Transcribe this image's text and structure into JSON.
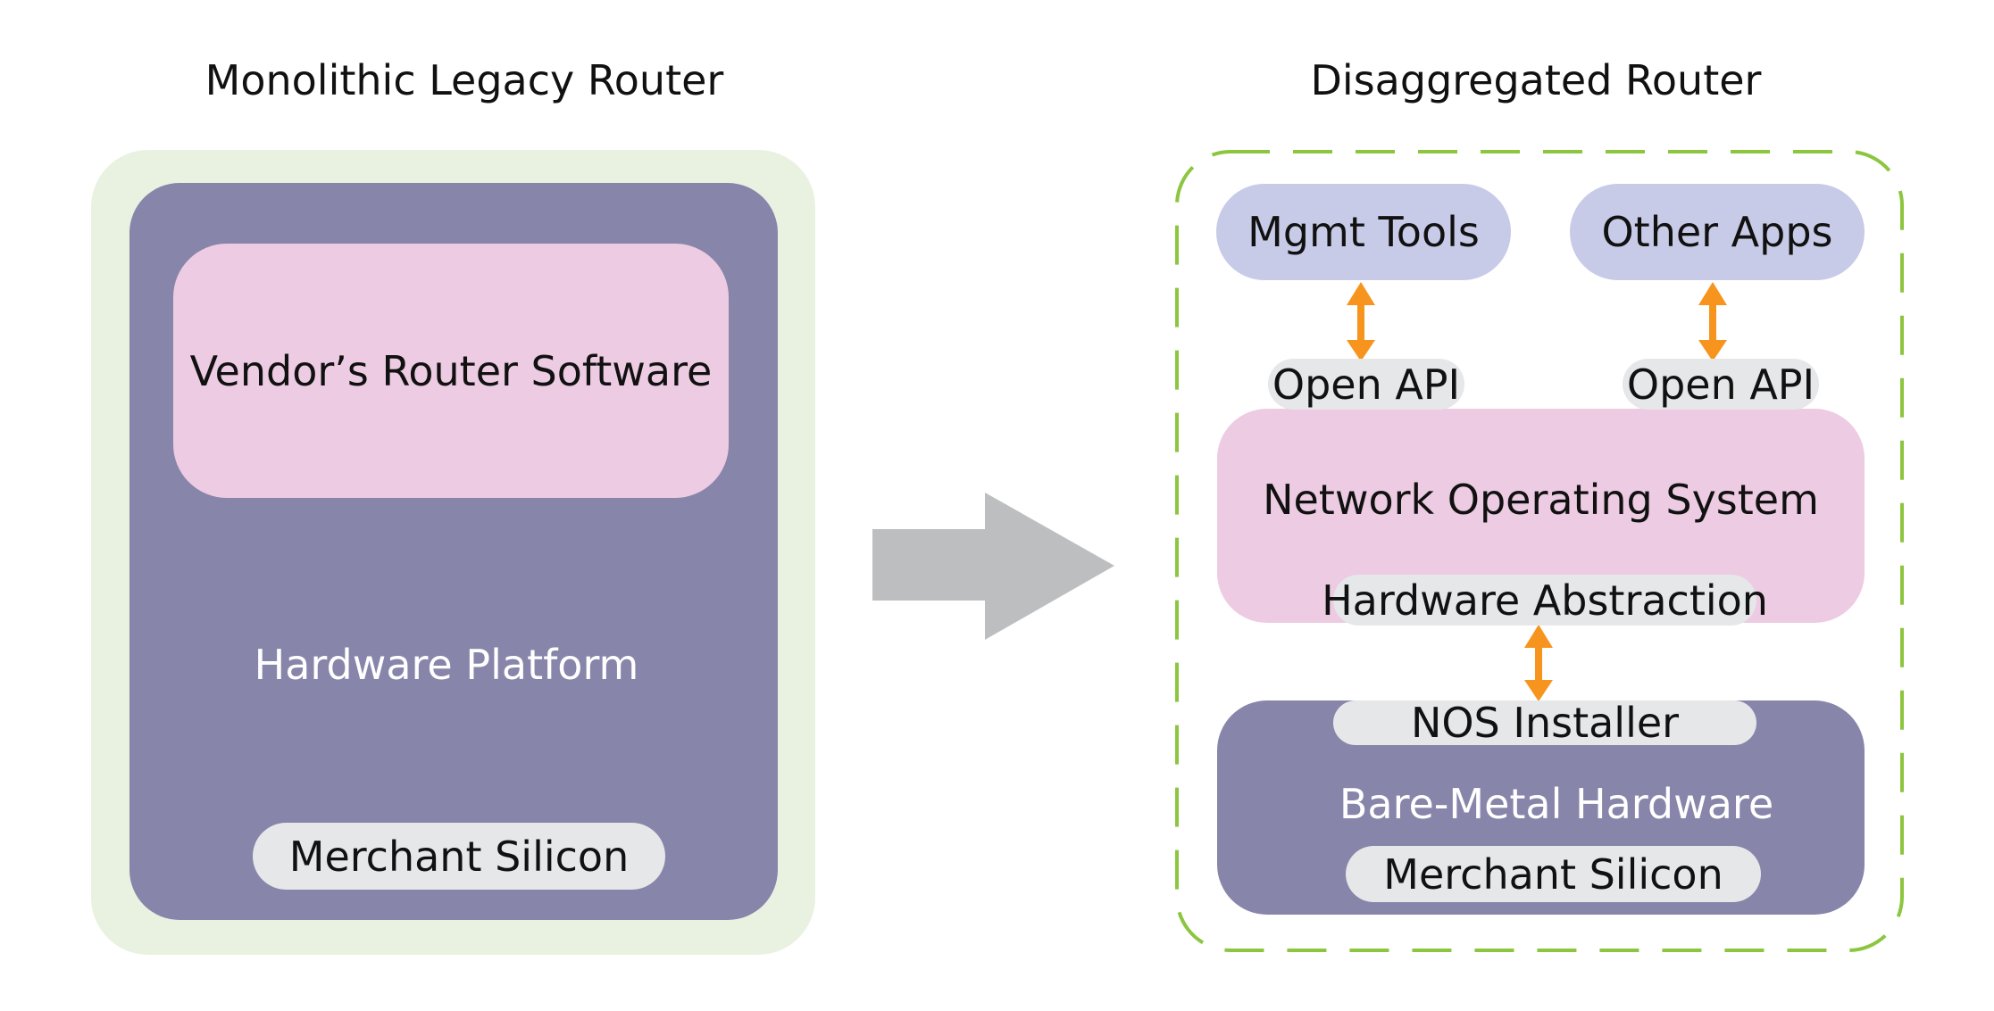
{
  "titles": {
    "left": "Monolithic Legacy Router",
    "right": "Disaggregated Router"
  },
  "legacy": {
    "software": "Vendor’s Router Software",
    "platform": "Hardware Platform",
    "silicon": "Merchant Silicon"
  },
  "disaggregated": {
    "apps": [
      "Mgmt Tools",
      "Other Apps"
    ],
    "api_left": "Open API",
    "api_right": "Open API",
    "nos": "Network Operating System",
    "abstraction": "Hardware Abstraction",
    "installer": "NOS Installer",
    "hardware": "Bare-Metal Hardware",
    "silicon": "Merchant Silicon"
  },
  "colors": {
    "hardware_purple": "#8785aa",
    "software_pink": "#edcbe2",
    "apps_lavender": "#c8cbe8",
    "pill_gray": "#e6e7e9",
    "legacy_bg_green": "#e9f2e1",
    "dashed_border_green": "#8cc63f",
    "connector_orange": "#f7941d",
    "transition_arrow_gray": "#bcbec0"
  }
}
